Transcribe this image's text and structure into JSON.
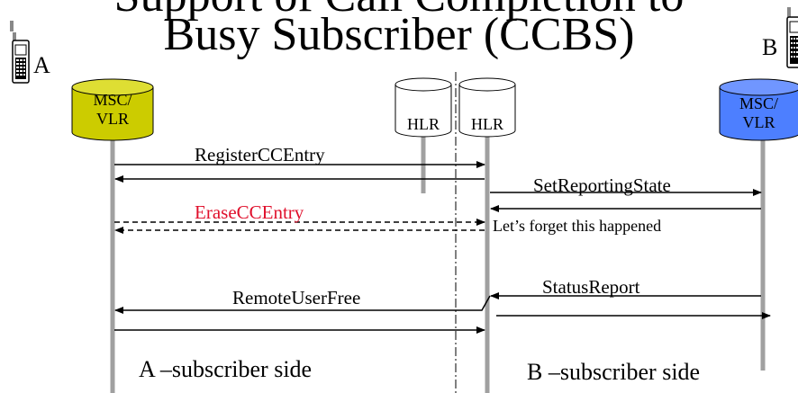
{
  "title": {
    "line1": "Support of Call Completion to",
    "line2": "Busy Subscriber (CCBS)"
  },
  "parties": {
    "a": "A",
    "b": "B"
  },
  "nodes": {
    "msc_a": {
      "line1": "MSC/",
      "line2": "VLR",
      "fill": "#cccc00"
    },
    "hlr_left": {
      "label": "HLR"
    },
    "hlr_right": {
      "label": "HLR"
    },
    "msc_b": {
      "line1": "MSC/",
      "line2": "VLR",
      "fill": "#4d7fff"
    }
  },
  "messages": {
    "register": "RegisterCCEntry",
    "set_reporting": "SetReportingState",
    "erase": "EraseCCEntry",
    "forget_note": "Let’s forget this happened",
    "status_report": "StatusReport",
    "remote_user_free": "RemoteUserFree"
  },
  "sides": {
    "a": "A –subscriber side",
    "b": "B –subscriber side"
  },
  "colors": {
    "lifeline": "#a0a0a0",
    "erase_label": "#e0102c",
    "arrow": "#000000"
  }
}
